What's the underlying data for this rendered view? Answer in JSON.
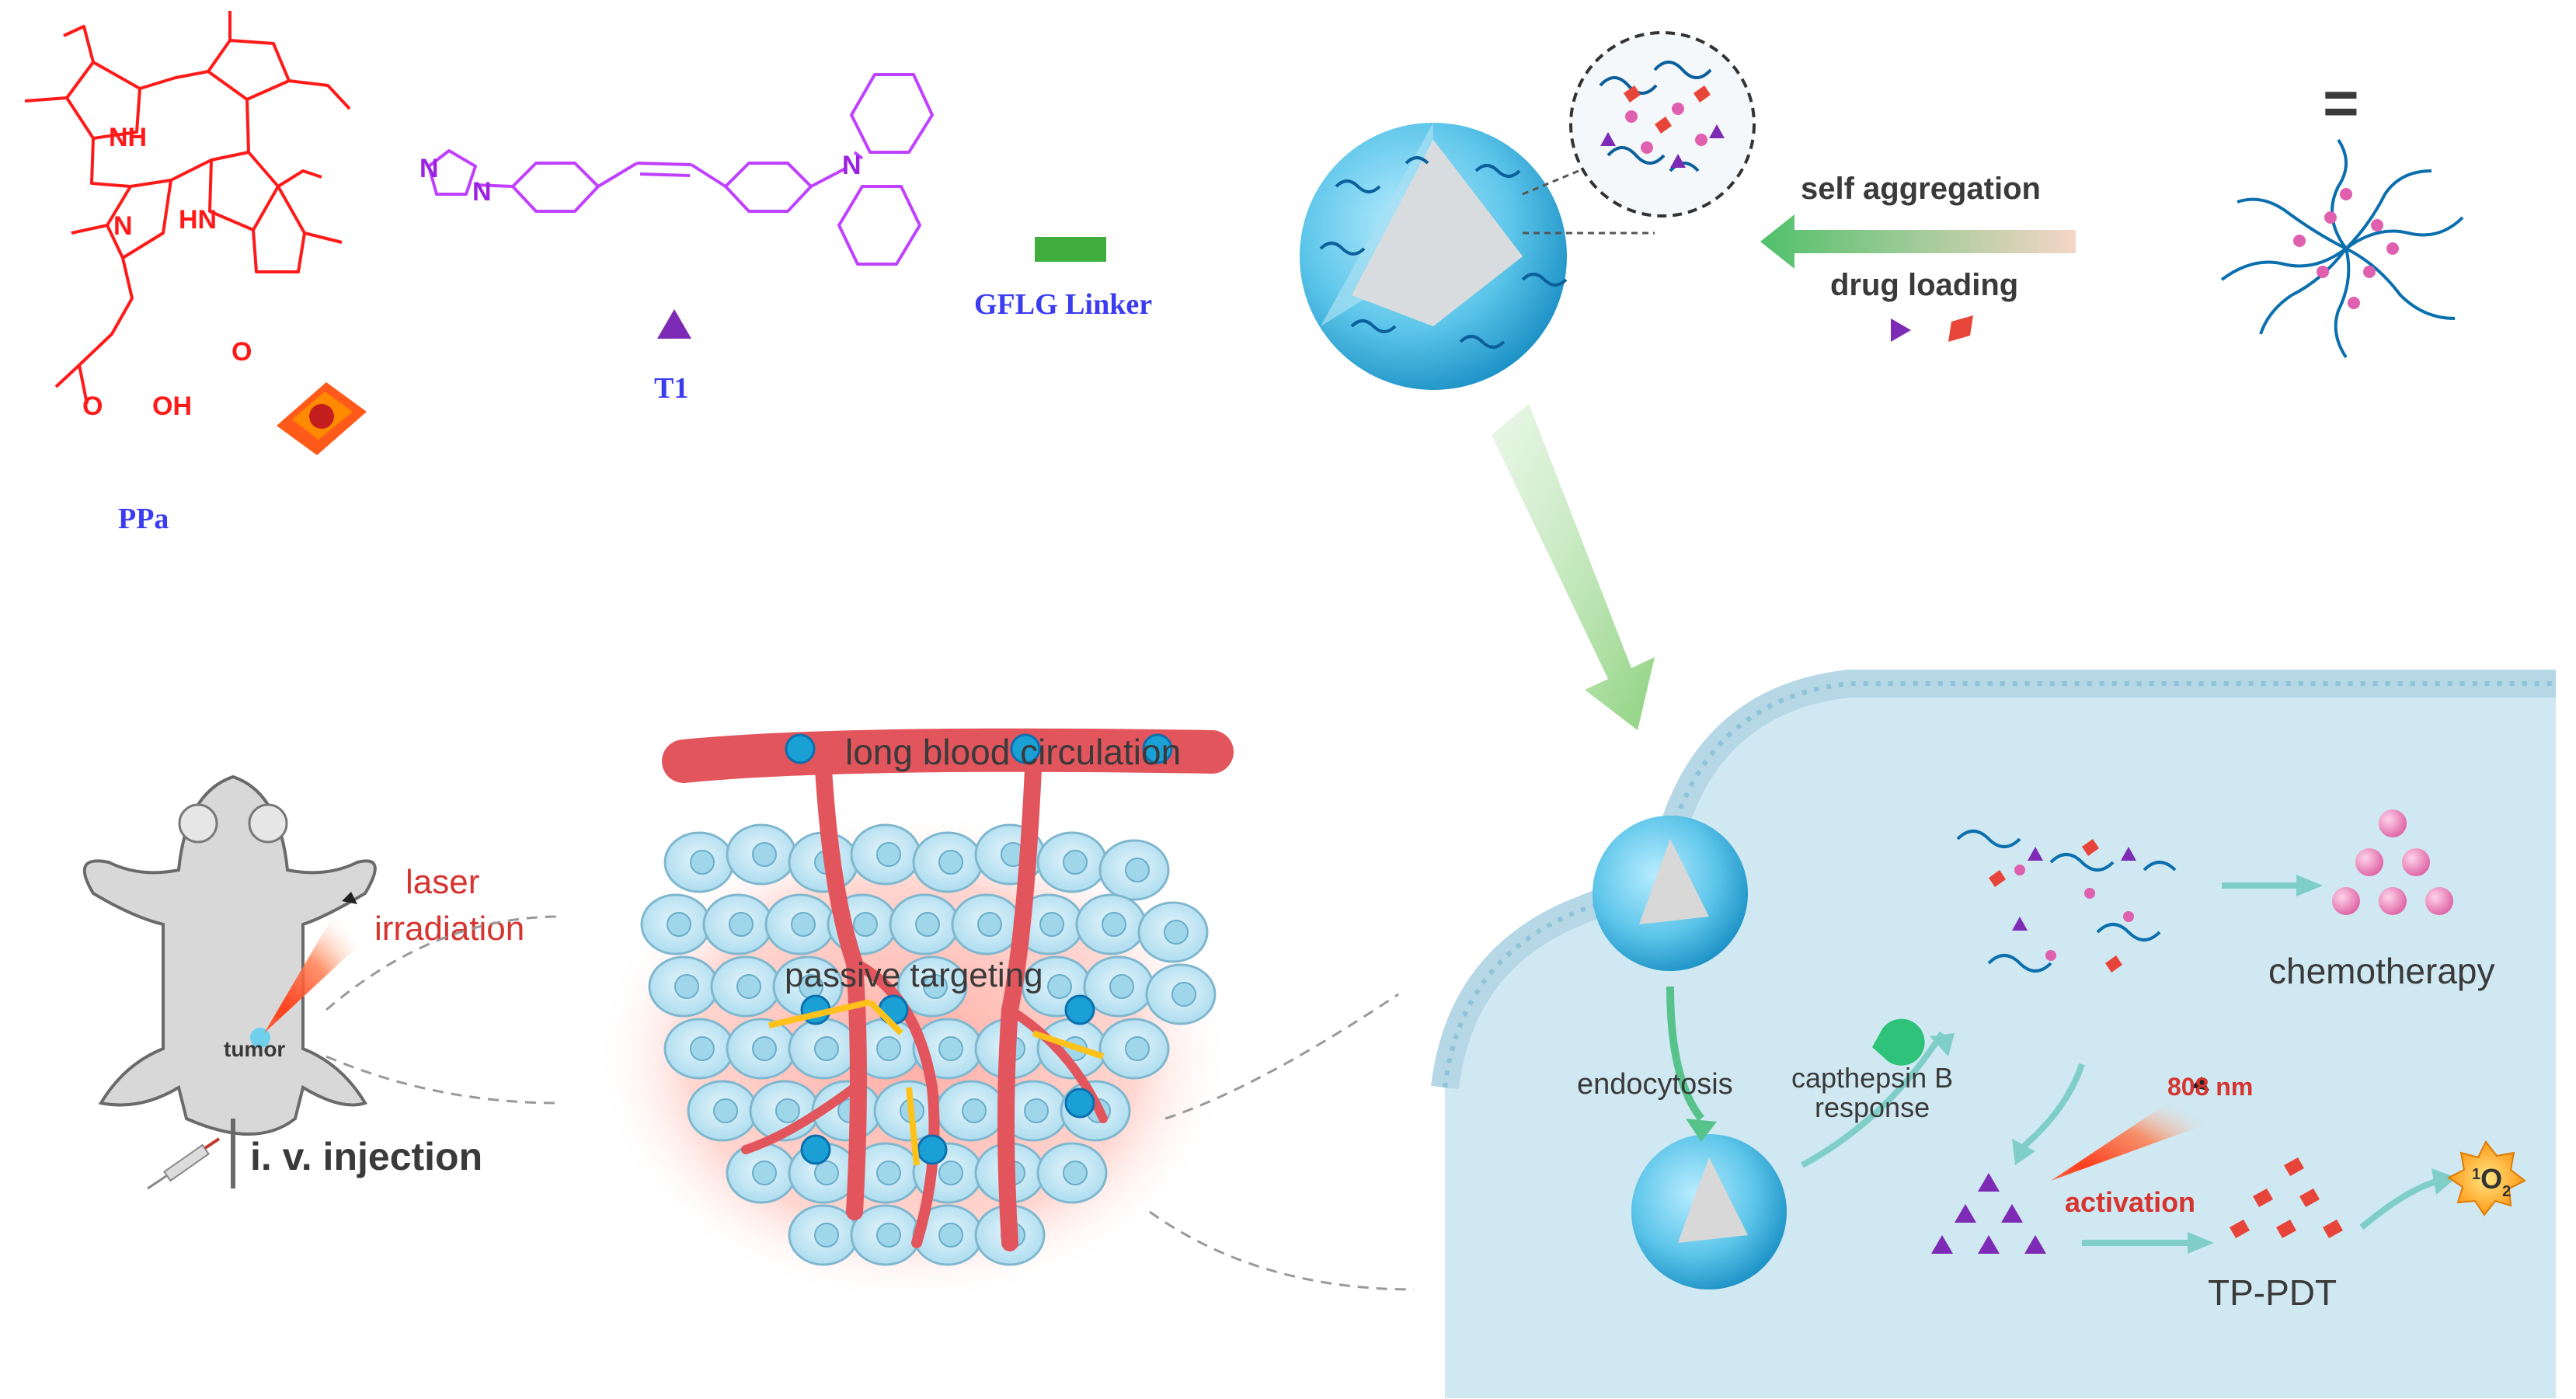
{
  "structures": {
    "ppa_label": "PPa",
    "t1_label": "T1",
    "linker_label": "GFLG Linker",
    "ppa_atoms": {
      "nh": "NH",
      "n": "N",
      "hn": "HN",
      "o": "O",
      "oh": "OH",
      "o2": "O"
    },
    "t1_atoms": {
      "n1": "N",
      "n2": "N",
      "n3": "N"
    }
  },
  "assembly": {
    "equals": "=",
    "self_aggregation": "self aggregation",
    "drug_loading": "drug loading"
  },
  "in_vivo": {
    "laser_line1": "laser",
    "laser_line2": "irradiation",
    "tumor": "tumor",
    "injection": "i. v. injection",
    "long_circulation": "long blood circulation",
    "passive_targeting": "passive targeting"
  },
  "cell": {
    "endocytosis": "endocytosis",
    "cathepsin_line1": "capthepsin B",
    "cathepsin_line2": "response",
    "chemotherapy": "chemotherapy",
    "laser_nm": "808 nm",
    "activation": "activation",
    "tp_pdt": "TP-PDT",
    "singlet_oxygen_sup": "1",
    "singlet_oxygen": "O",
    "singlet_oxygen_sub": "2"
  },
  "colors": {
    "ppa_red": "#ff1a1a",
    "t1_purple": "#9a22e0",
    "linker_green": "#3fae3f",
    "label_blue": "#3b3bf0",
    "nanoparticle_blue": "#5ec6ea",
    "vessel_red": "#e2555c",
    "cell_bg": "#cfe8f2"
  }
}
